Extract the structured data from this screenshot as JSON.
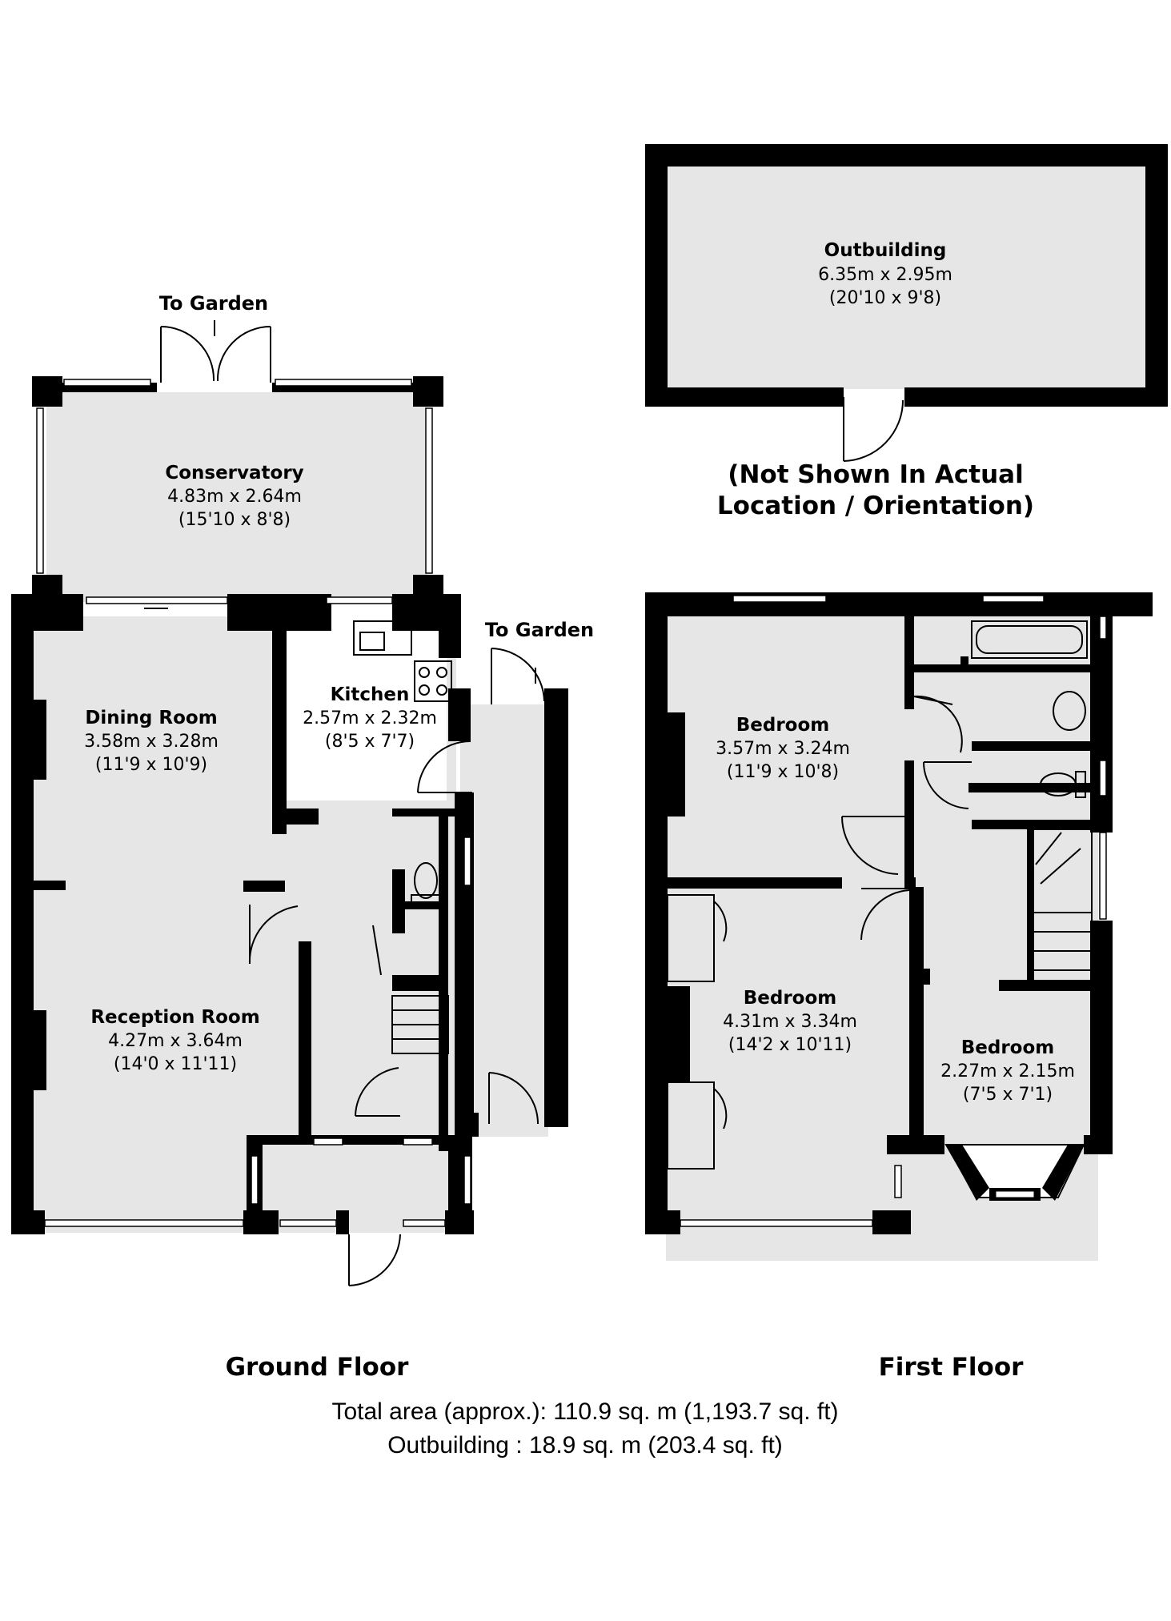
{
  "colors": {
    "wall": "#000000",
    "floor": "#e6e6e6",
    "window": "#ffffff"
  },
  "outbuilding": {
    "name": "Outbuilding",
    "metric": "6.35m x 2.95m",
    "imperial": "(20'10 x 9'8)"
  },
  "note": {
    "line1": "(Not Shown In Actual",
    "line2": "Location / Orientation)"
  },
  "ground_floor": {
    "title": "Ground Floor",
    "garden_top": "To Garden",
    "garden_side": "To Garden",
    "conservatory": {
      "name": "Conservatory",
      "metric": "4.83m x 2.64m",
      "imperial": "(15'10 x 8'8)"
    },
    "dining": {
      "name": "Dining Room",
      "metric": "3.58m x 3.28m",
      "imperial": "(11'9 x 10'9)"
    },
    "kitchen": {
      "name": "Kitchen",
      "metric": "2.57m x 2.32m",
      "imperial": "(8'5 x 7'7)"
    },
    "reception": {
      "name": "Reception Room",
      "metric": "4.27m x 3.64m",
      "imperial": "(14'0 x 11'11)"
    }
  },
  "first_floor": {
    "title": "First Floor",
    "bedroom1": {
      "name": "Bedroom",
      "metric": "3.57m x 3.24m",
      "imperial": "(11'9 x 10'8)"
    },
    "bedroom2": {
      "name": "Bedroom",
      "metric": "4.31m x 3.34m",
      "imperial": "(14'2 x 10'11)"
    },
    "bedroom3": {
      "name": "Bedroom",
      "metric": "2.27m x 2.15m",
      "imperial": "(7'5 x 7'1)"
    }
  },
  "totals": {
    "total": "Total area (approx.): 110.9 sq. m (1,193.7 sq. ft)",
    "outbuilding": "Outbuilding : 18.9 sq. m (203.4 sq. ft)"
  }
}
